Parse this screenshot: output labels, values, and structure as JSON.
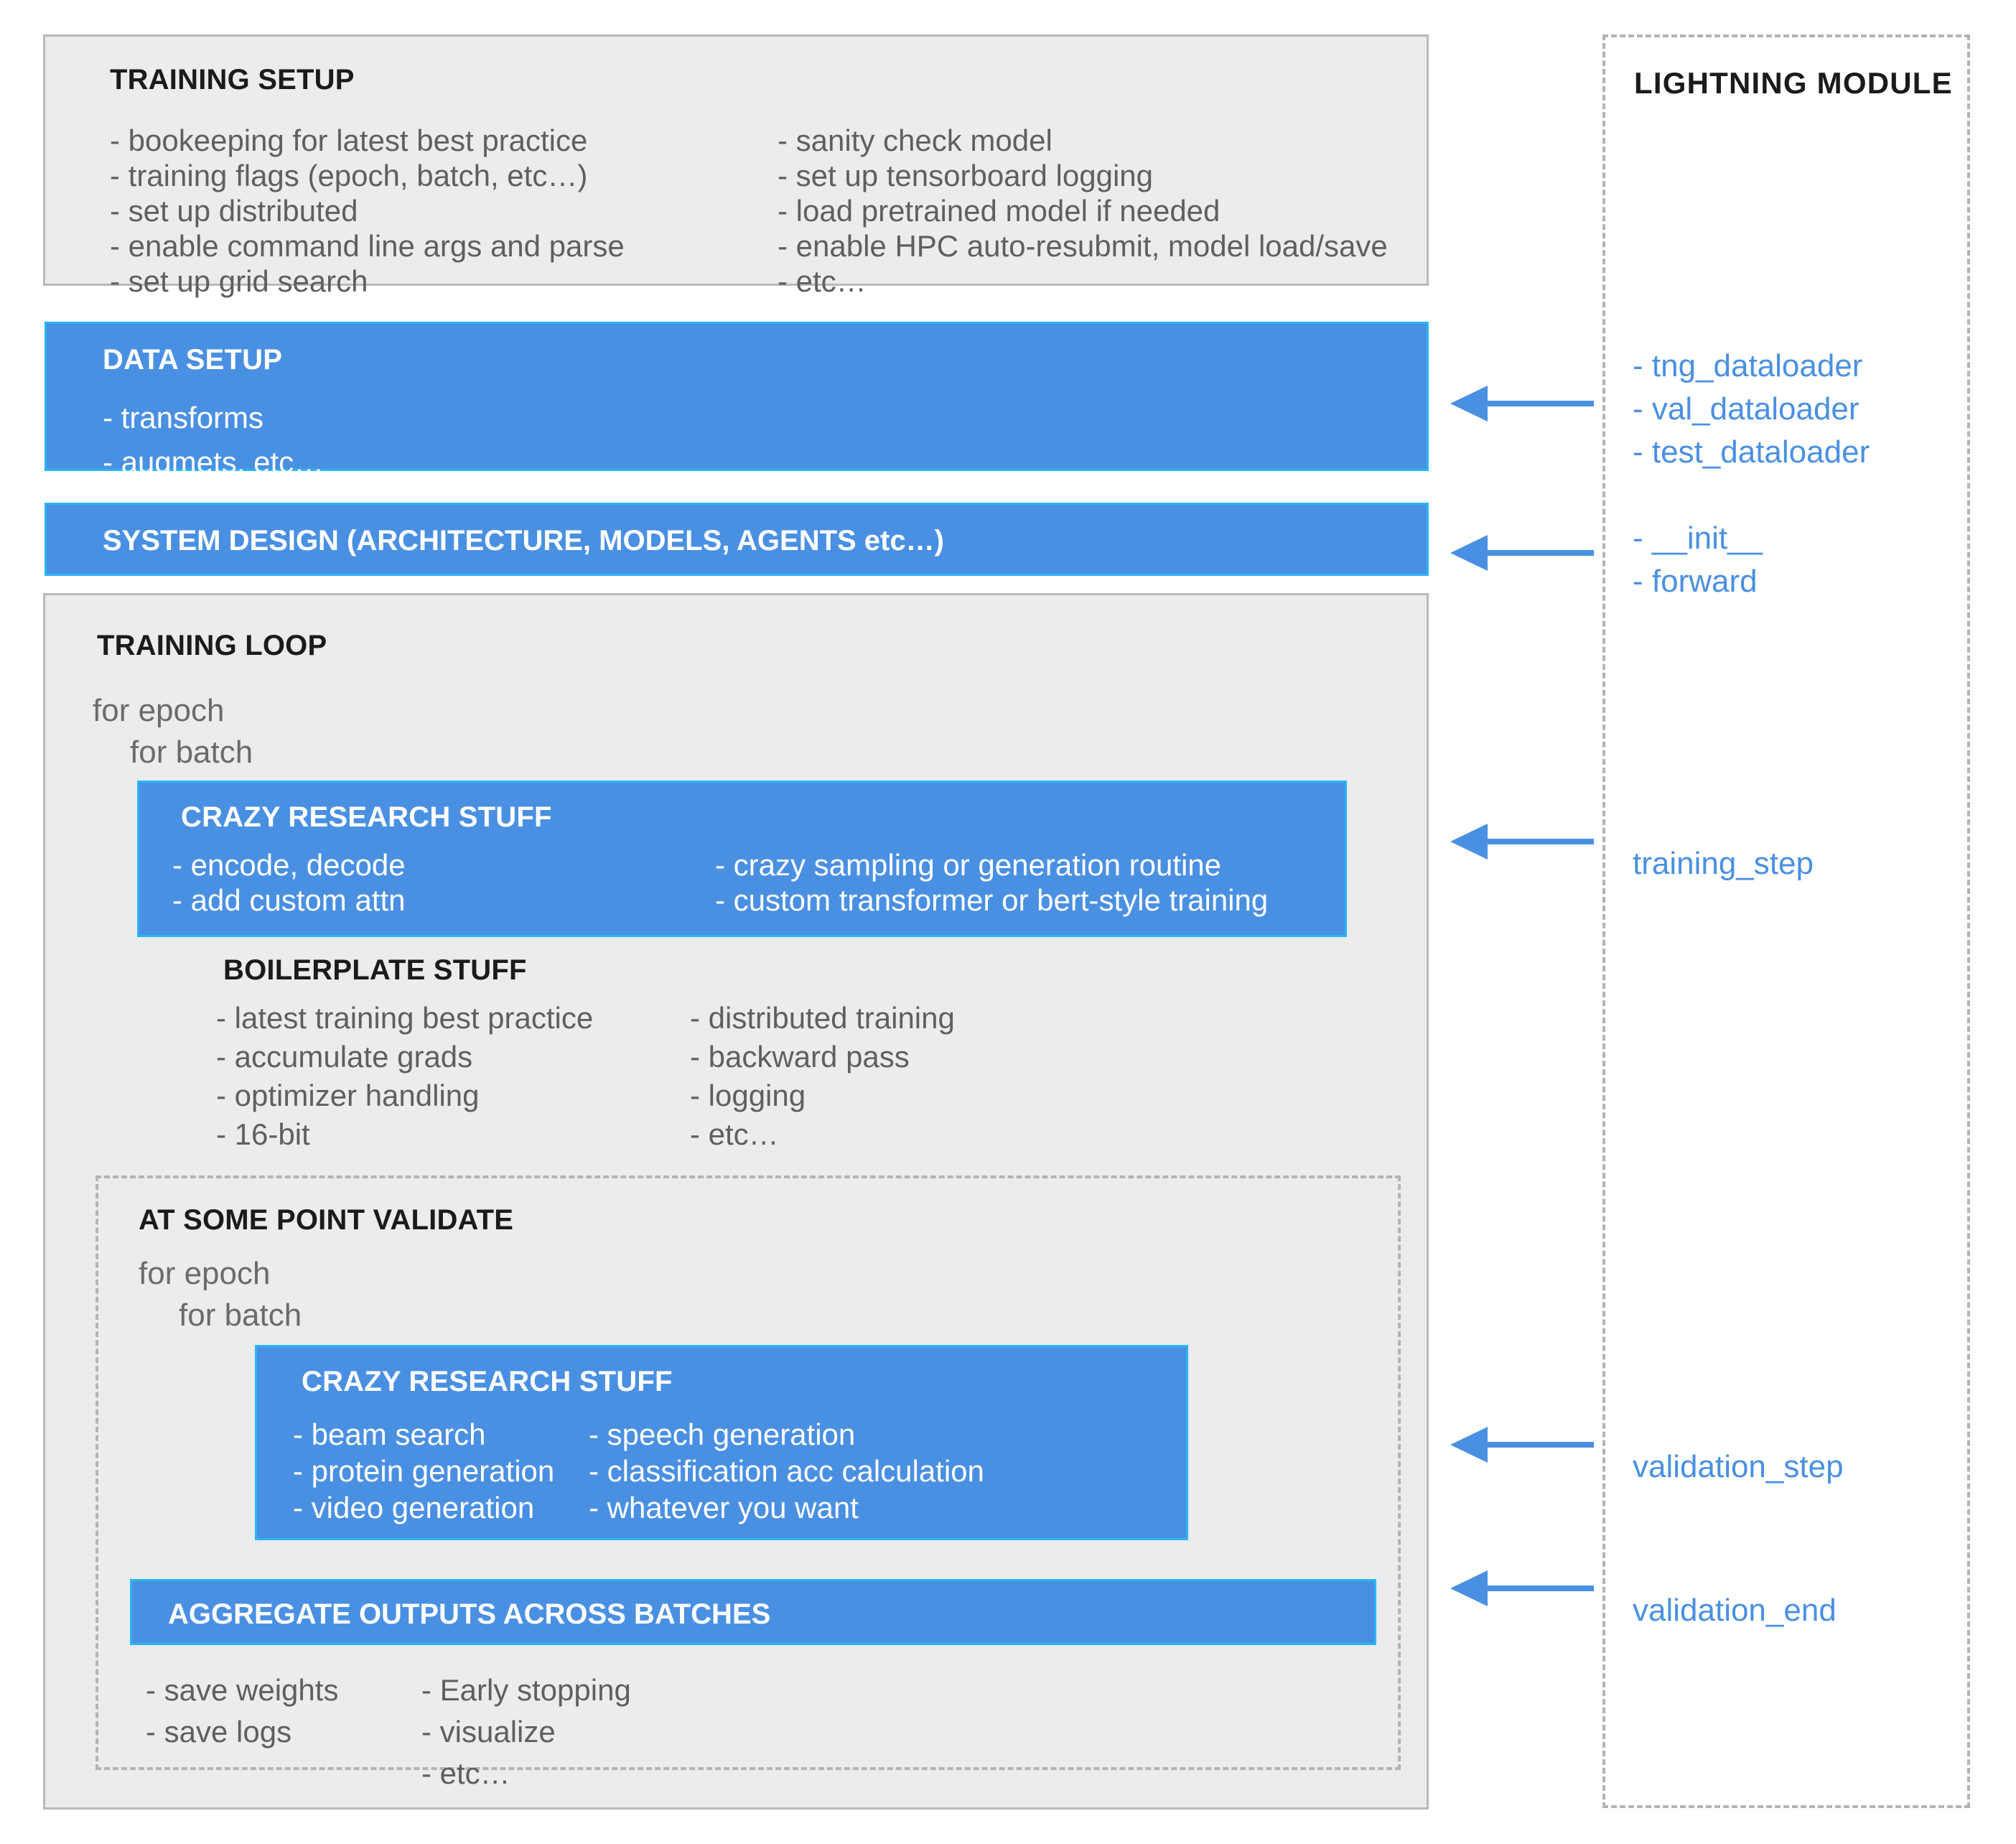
{
  "colors": {
    "blue": "#4a90e2",
    "blue_edge": "#29b6f6",
    "grey_fill": "#ececec",
    "grey_border": "#b9b9b9",
    "dashed_border": "#b4b4b4",
    "body_text": "#5f5f5f",
    "heading_text": "#1b1b1b"
  },
  "training_setup": {
    "title": "TRAINING SETUP",
    "left_items": [
      "- bookeeping for latest best practice",
      "- training flags (epoch, batch, etc…)",
      "- set up distributed",
      "- enable command line args and parse",
      "- set up grid search"
    ],
    "right_items": [
      "- sanity check model",
      "- set up tensorboard logging",
      "- load pretrained model if needed",
      "- enable HPC auto-resubmit, model load/save",
      "- etc…"
    ]
  },
  "data_setup": {
    "title": "DATA SETUP",
    "items": [
      "- transforms",
      "- augmets, etc…"
    ]
  },
  "system_design": {
    "title": "SYSTEM DESIGN (ARCHITECTURE, MODELS, AGENTS etc…)"
  },
  "training_loop": {
    "title": "TRAINING LOOP",
    "loop_lines": [
      "for epoch",
      "for batch"
    ],
    "crazy_research": {
      "title": "CRAZY RESEARCH STUFF",
      "left_items": [
        "- encode, decode",
        "- add custom attn"
      ],
      "right_items": [
        "- crazy sampling or generation routine",
        "- custom transformer or bert-style training"
      ]
    },
    "boilerplate": {
      "title": "BOILERPLATE STUFF",
      "left_items": [
        "- latest training best practice",
        "- accumulate grads",
        "- optimizer handling",
        "- 16-bit"
      ],
      "right_items": [
        "- distributed training",
        "- backward pass",
        "- logging",
        "- etc…"
      ]
    },
    "validate": {
      "title": "AT SOME POINT VALIDATE",
      "loop_lines": [
        "for epoch",
        "for batch"
      ],
      "crazy_research": {
        "title": "CRAZY RESEARCH STUFF",
        "left_items": [
          "- beam search",
          "- protein generation",
          "- video generation"
        ],
        "right_items": [
          "- speech generation",
          "- classification acc calculation",
          "- whatever you want"
        ]
      },
      "aggregate": {
        "title": "AGGREGATE OUTPUTS ACROSS BATCHES"
      },
      "outputs": {
        "left_items": [
          "- save weights",
          "- save logs"
        ],
        "right_items": [
          "- Early stopping",
          "- visualize",
          "- etc…"
        ]
      }
    }
  },
  "lightning_module": {
    "title": "LIGHTNING MODULE",
    "dataloaders": [
      "- tng_dataloader",
      "- val_dataloader",
      "- test_dataloader"
    ],
    "core": [
      "- __init__",
      "- forward"
    ],
    "hooks": [
      "training_step",
      "validation_step",
      "validation_end"
    ]
  },
  "arrows": {
    "icon": "arrow-left-icon",
    "count": 5
  }
}
